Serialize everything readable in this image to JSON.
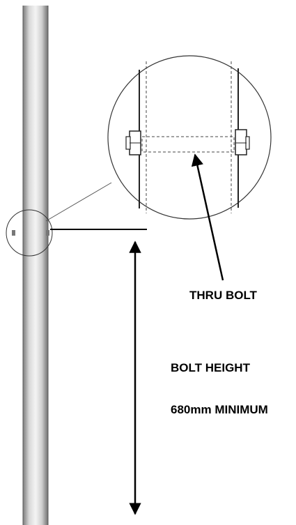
{
  "labels": {
    "thru_bolt": "THRU BOLT",
    "bolt_height": "BOLT HEIGHT",
    "bolt_height_min": "680mm MINIMUM"
  },
  "colors": {
    "line": "#000000",
    "pole_light": "#f2f2f2",
    "pole_mid": "#cfcfcf",
    "pole_dark": "#8a8a8a",
    "detail_line": "#444444"
  }
}
